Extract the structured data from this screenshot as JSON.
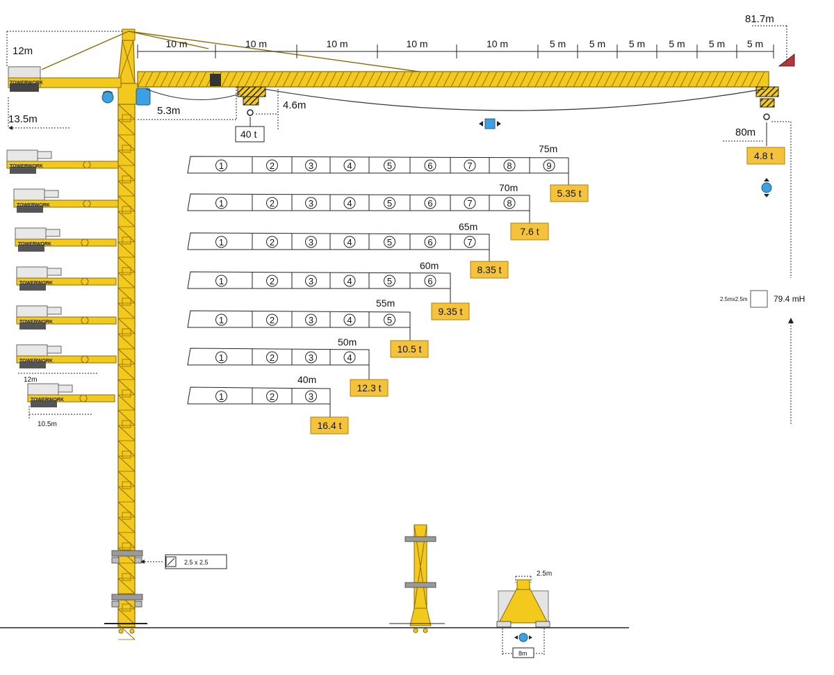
{
  "colors": {
    "crane_yellow": "#f3c91e",
    "crane_stroke": "#8a6a00",
    "load_box_fill": "#f5c33b",
    "counterweight_gray": "#d7d7d7",
    "mast_tie_gray": "#9a9a9a",
    "accent_blue": "#3ea0e0",
    "hazard_red": "#b3363a"
  },
  "top_segments": [
    "10 m",
    "10 m",
    "10 m",
    "10 m",
    "10 m",
    "5 m",
    "5 m",
    "5 m",
    "5 m",
    "5 m",
    "5 m"
  ],
  "dimensions": {
    "total_height": "81.7m",
    "counter_jib_top": "12m",
    "counter_jib_radius": "13.5m",
    "min_radius": "5.3m",
    "hook_height": "4.6m",
    "max_load": "40 t",
    "max_reach": "80m",
    "tip_load": "4.8 t",
    "counter_jib_short_a": "12m",
    "counter_jib_short_b": "10.5m",
    "section_small_label": "2.5mx2.5m",
    "height_under_hook": "79.4 mH",
    "mast_section": "2.5 x 2.5",
    "base_width_top": "2.5m",
    "base_width": "8m"
  },
  "brand": "TOWERWORK",
  "jib_configs": [
    {
      "length": "75m",
      "tip_load": "5.35 t",
      "sections": [
        "1",
        "2",
        "3",
        "4",
        "5",
        "6",
        "7",
        "8",
        "9"
      ]
    },
    {
      "length": "70m",
      "tip_load": "7.6 t",
      "sections": [
        "1",
        "2",
        "3",
        "4",
        "5",
        "6",
        "7",
        "8"
      ]
    },
    {
      "length": "65m",
      "tip_load": "8.35 t",
      "sections": [
        "1",
        "2",
        "3",
        "4",
        "5",
        "6",
        "7"
      ]
    },
    {
      "length": "60m",
      "tip_load": "9.35 t",
      "sections": [
        "1",
        "2",
        "3",
        "4",
        "5",
        "6"
      ]
    },
    {
      "length": "55m",
      "tip_load": "10.5 t",
      "sections": [
        "1",
        "2",
        "3",
        "4",
        "5"
      ]
    },
    {
      "length": "50m",
      "tip_load": "12.3 t",
      "sections": [
        "1",
        "2",
        "3",
        "4"
      ]
    },
    {
      "length": "40m",
      "tip_load": "16.4 t",
      "sections": [
        "1",
        "2",
        "3"
      ]
    }
  ]
}
